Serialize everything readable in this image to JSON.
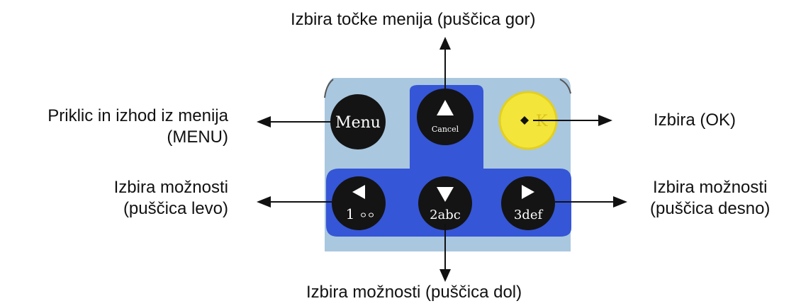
{
  "labels": {
    "top": "Izbira točke menija (puščica gor)",
    "menu_line1": "Priklic in izhod iz menija",
    "menu_line2": "(MENU)",
    "ok": "Izbira (OK)",
    "left_line1": "Izbira možnosti",
    "left_line2": "(puščica levo)",
    "right_line1": "Izbira možnosti",
    "right_line2": "(puščica desno)",
    "bottom": "Izbira možnosti (puščica dol)"
  },
  "keypad": {
    "menu": "Menu",
    "cancel": "Cancel",
    "ok": "K",
    "key1": "1",
    "key1_sub": "ㅇㅇ",
    "key2": "2abc",
    "key3": "3def"
  },
  "colors": {
    "panel": "#a9c7df",
    "blue_band": "#3556d6",
    "button": "#141414",
    "ok_button": "#f3e53a",
    "arrow": "#111111"
  }
}
